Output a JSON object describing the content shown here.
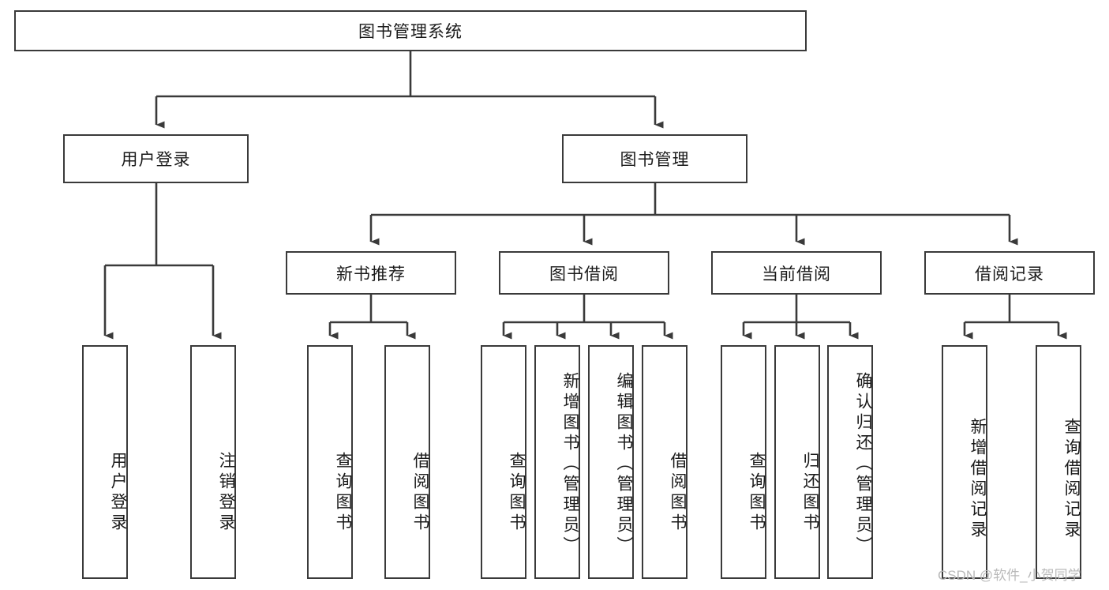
{
  "diagram": {
    "title": "图书管理系统",
    "type": "tree-hierarchy-diagram",
    "root": {
      "id": "root",
      "label": "图书管理系统"
    },
    "level1": [
      {
        "id": "user-login",
        "label": "用户登录"
      },
      {
        "id": "book-manage",
        "label": "图书管理"
      }
    ],
    "level2": [
      {
        "id": "new-book-recommend",
        "label": "新书推荐"
      },
      {
        "id": "book-borrow",
        "label": "图书借阅"
      },
      {
        "id": "current-borrow",
        "label": "当前借阅"
      },
      {
        "id": "borrow-record",
        "label": "借阅记录"
      }
    ],
    "leaves": [
      {
        "id": "leaf-user-login",
        "label": "用户登录",
        "parent": "user-login"
      },
      {
        "id": "leaf-user-logout",
        "label": "注销登录",
        "parent": "user-login"
      },
      {
        "id": "leaf-query-book-1",
        "label": "查询图书",
        "parent": "new-book-recommend"
      },
      {
        "id": "leaf-borrow-book-1",
        "label": "借阅图书",
        "parent": "new-book-recommend"
      },
      {
        "id": "leaf-query-book-2",
        "label": "查询图书",
        "parent": "book-borrow"
      },
      {
        "id": "leaf-add-book",
        "label": "新增图书（管理员）",
        "parent": "book-borrow"
      },
      {
        "id": "leaf-edit-book",
        "label": "编辑图书（管理员）",
        "parent": "book-borrow"
      },
      {
        "id": "leaf-borrow-book-2",
        "label": "借阅图书",
        "parent": "book-borrow"
      },
      {
        "id": "leaf-query-book-3",
        "label": "查询图书",
        "parent": "current-borrow"
      },
      {
        "id": "leaf-return-book",
        "label": "归还图书",
        "parent": "current-borrow"
      },
      {
        "id": "leaf-confirm-return",
        "label": "确认归还（管理员）",
        "parent": "current-borrow"
      },
      {
        "id": "leaf-add-record",
        "label": "新增借阅记录",
        "parent": "borrow-record"
      },
      {
        "id": "leaf-query-record",
        "label": "查询借阅记录",
        "parent": "borrow-record"
      }
    ],
    "colors": {
      "border": "#3a3a3a",
      "background": "#ffffff",
      "text": "#1a1a1a",
      "watermark": "#b9b9b9"
    }
  },
  "watermark": {
    "text": "CSDN @软件_小贺同学"
  }
}
